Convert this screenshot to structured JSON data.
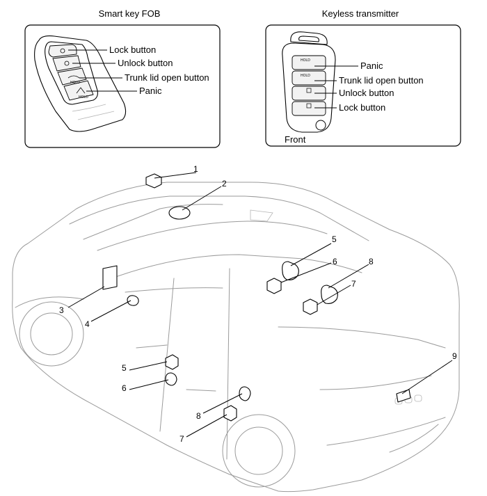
{
  "fob_panel": {
    "title": "Smart key FOB",
    "labels": [
      "Lock button",
      "Unlock button",
      "Trunk lid open button",
      "Panic"
    ],
    "button_marks": [
      "HOLD",
      "HOLD"
    ]
  },
  "transmitter_panel": {
    "title": "Keyless transmitter",
    "labels": [
      "Panic",
      "Trunk lid open button",
      "Unlock button",
      "Lock button"
    ],
    "view_label": "Front",
    "button_marks": [
      "HOLD",
      "HOLD"
    ]
  },
  "callouts": [
    "1",
    "2",
    "3",
    "4",
    "5",
    "6",
    "5",
    "6",
    "7",
    "8",
    "7",
    "8",
    "9"
  ],
  "colors": {
    "line": "#000000",
    "car_outline": "#9a9a9a",
    "background": "#ffffff"
  }
}
